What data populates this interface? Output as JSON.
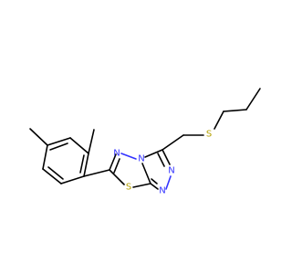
{
  "molecule": {
    "atom_labels": {
      "n_ring_top": "N",
      "n_bridge": "N",
      "n_triazole_right": "N",
      "n_triazole_bottom": "N",
      "s_ring": "S",
      "s_chain": "S"
    },
    "colors": {
      "carbon_bond": "#000000",
      "nitrogen": "#3333ff",
      "sulfur": "#b3a000",
      "background": "#ffffff"
    }
  }
}
